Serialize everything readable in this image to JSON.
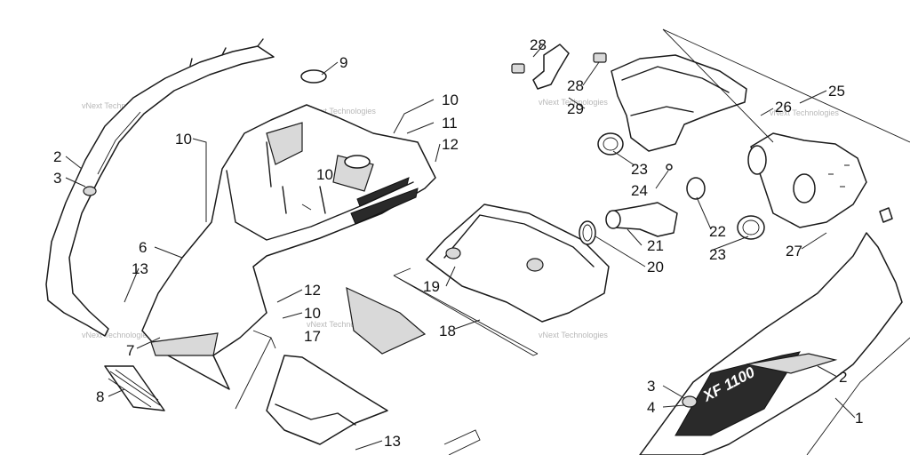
{
  "watermark": "vNext Technologies",
  "decal_text": "XF 1100",
  "callouts": {
    "c1": "1",
    "c2a": "2",
    "c2b": "2",
    "c3a": "3",
    "c3b": "3",
    "c4": "4",
    "c6": "6",
    "c7": "7",
    "c8": "8",
    "c9": "9",
    "c10a": "10",
    "c10b": "10",
    "c10c": "10",
    "c10d": "10",
    "c11": "11",
    "c12a": "12",
    "c12b": "12",
    "c13a": "13",
    "c13b": "13",
    "c17": "17",
    "c18": "18",
    "c19": "19",
    "c20": "20",
    "c21": "21",
    "c22": "22",
    "c23a": "23",
    "c23b": "23",
    "c24": "24",
    "c25": "25",
    "c26": "26",
    "c27": "27",
    "c28a": "28",
    "c28b": "28",
    "c29": "29"
  }
}
